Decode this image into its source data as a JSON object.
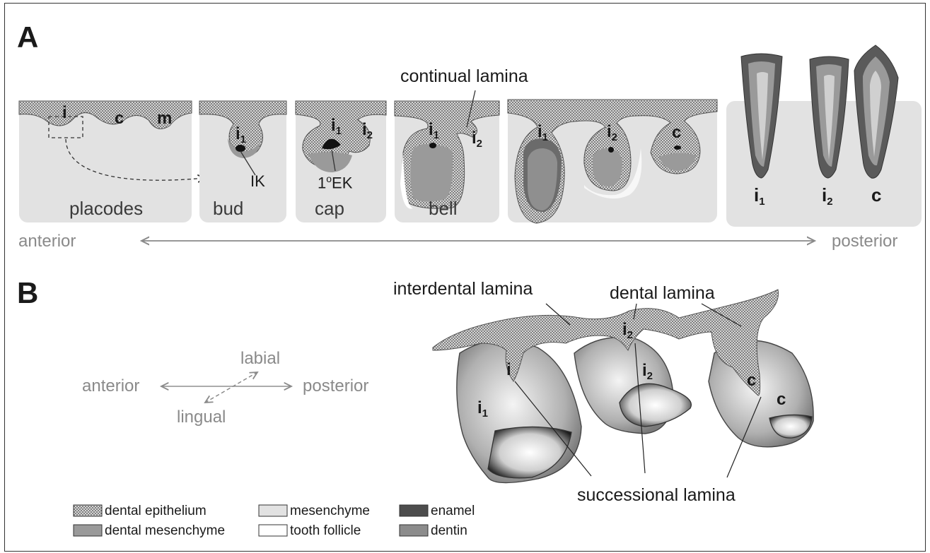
{
  "panels": {
    "a": "A",
    "b": "B"
  },
  "panel_a": {
    "stages": [
      "placodes",
      "bud",
      "cap",
      "bell"
    ],
    "placode_labels": {
      "i": "i",
      "c": "c",
      "m": "m"
    },
    "bud_tooth": {
      "base": "i",
      "sub": "1"
    },
    "cap_teeth": [
      {
        "base": "i",
        "sub": "1"
      },
      {
        "base": "i",
        "sub": "2"
      }
    ],
    "bell_teeth": [
      {
        "base": "i",
        "sub": "1"
      },
      {
        "base": "i",
        "sub": "2"
      }
    ],
    "late_teeth": [
      {
        "base": "i",
        "sub": "1"
      },
      {
        "base": "i",
        "sub": "2"
      },
      {
        "base": "c",
        "sub": ""
      }
    ],
    "erupted_teeth": [
      {
        "base": "i",
        "sub": "1"
      },
      {
        "base": "i",
        "sub": "2"
      },
      {
        "base": "c",
        "sub": ""
      }
    ],
    "ik_label": "IK",
    "ek_label": {
      "prefix": "1",
      "sup": "o",
      "suffix": "EK"
    },
    "continual_lamina": "continual lamina",
    "axis": {
      "left": "anterior",
      "right": "posterior"
    }
  },
  "panel_b": {
    "callouts": {
      "interdental": "interdental lamina",
      "dental": "dental lamina",
      "successional": "successional lamina"
    },
    "orientation": {
      "anterior": "anterior",
      "posterior": "posterior",
      "labial": "labial",
      "lingual": "lingual"
    },
    "lamina_letters": [
      {
        "base": "i",
        "sub": ""
      },
      {
        "base": "i",
        "sub": "2"
      },
      {
        "base": "c",
        "sub": ""
      }
    ],
    "tooth_labels": [
      {
        "base": "i",
        "sub": "1"
      },
      {
        "base": "i",
        "sub": "2"
      },
      {
        "base": "c",
        "sub": ""
      }
    ]
  },
  "legend": {
    "items": [
      {
        "label": "dental epithelium",
        "swatch": "epithelium"
      },
      {
        "label": "dental mesenchyme",
        "swatch": "dental-mesenchyme"
      },
      {
        "label": "mesenchyme",
        "swatch": "mesenchyme"
      },
      {
        "label": "tooth follicle",
        "swatch": "follicle"
      },
      {
        "label": "enamel",
        "swatch": "enamel"
      },
      {
        "label": "dentin",
        "swatch": "dentin"
      }
    ]
  },
  "colors": {
    "mesenchyme": "#e2e2e2",
    "dental_mesenchyme": "#9a9a9a",
    "enamel": "#4d4d4d",
    "dentin": "#8c8c8c",
    "follicle": "#ffffff",
    "epithelium_dot": "#444444",
    "axis": "#8a8a8a"
  }
}
